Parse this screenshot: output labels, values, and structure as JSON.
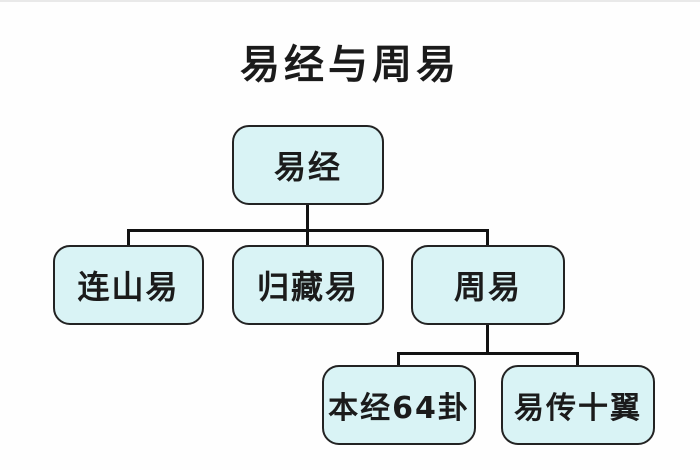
{
  "diagram": {
    "title": "易经与周易",
    "type": "tree",
    "root": {
      "label": "易经",
      "children": [
        {
          "label": "连山易",
          "children": []
        },
        {
          "label": "归藏易",
          "children": []
        },
        {
          "label": "周易",
          "children": [
            {
              "label": "本经64卦",
              "children": []
            },
            {
              "label": "易传十翼",
              "children": []
            }
          ]
        }
      ]
    }
  },
  "colors": {
    "node_fill": "#d9f3f5",
    "node_border": "#232323",
    "line_color": "#121212",
    "text": "#1b1b1b",
    "background": "#fefefe"
  }
}
